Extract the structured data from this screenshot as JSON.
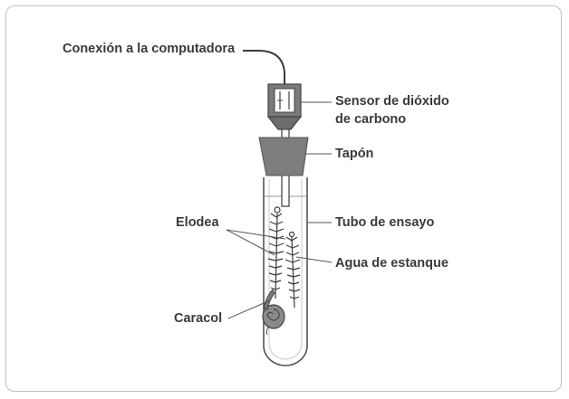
{
  "labels": {
    "connection": "Conexión a la computadora",
    "sensor_line1": "Sensor de dióxido",
    "sensor_line2": "de carbono",
    "stopper": "Tapón",
    "test_tube": "Tubo de ensayo",
    "elodea": "Elodea",
    "pond_water": "Agua de estanque",
    "snail": "Caracol"
  },
  "colors": {
    "label_text": "#3a3a3a",
    "stopper": "#7d7d7d",
    "sensor_body": "#7a7a7a",
    "outline": "#444444"
  }
}
